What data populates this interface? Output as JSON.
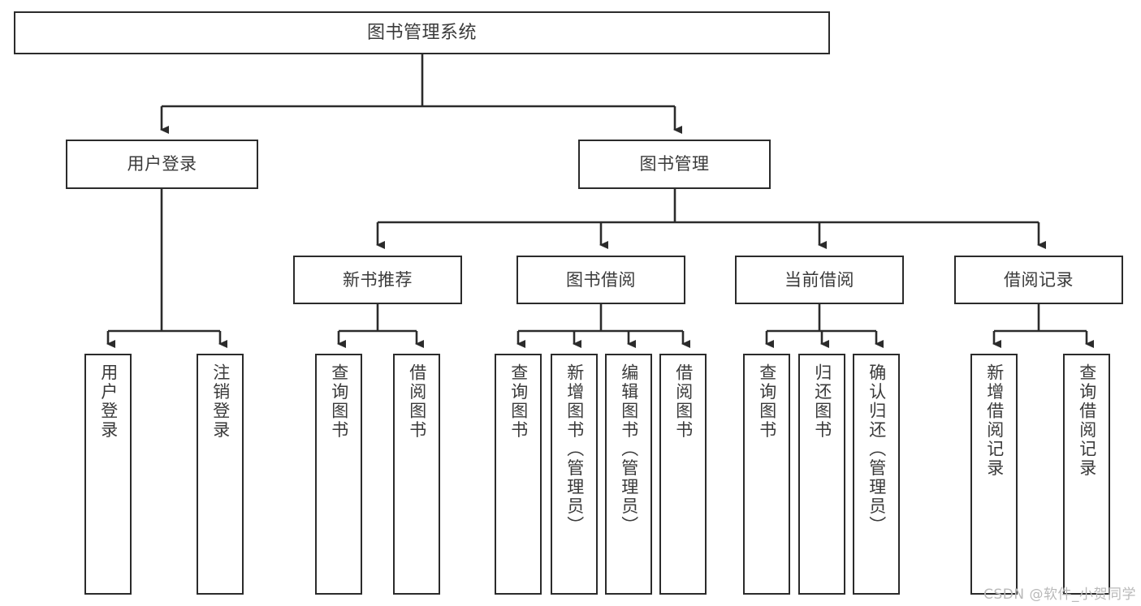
{
  "diagram": {
    "type": "tree",
    "title": "图书管理系统",
    "watermark": "CSDN @软件_小贺同学",
    "colors": {
      "border": "#2b2b2b",
      "text": "#3a3a3a",
      "background": "#ffffff",
      "edge": "#2b2b2b",
      "watermark": "#b9b9b9"
    },
    "root": {
      "label": "图书管理系统"
    },
    "level2": [
      {
        "label": "用户登录"
      },
      {
        "label": "图书管理"
      }
    ],
    "level3": [
      {
        "label": "新书推荐"
      },
      {
        "label": "图书借阅"
      },
      {
        "label": "当前借阅"
      },
      {
        "label": "借阅记录"
      }
    ],
    "leaves": {
      "user_login": [
        {
          "label": "用户登录"
        },
        {
          "label": "注销登录"
        }
      ],
      "new_book_recommend": [
        {
          "label": "查询图书"
        },
        {
          "label": "借阅图书"
        }
      ],
      "book_borrow": [
        {
          "label": "查询图书"
        },
        {
          "label": "新增图书（管理员）"
        },
        {
          "label": "编辑图书（管理员）"
        },
        {
          "label": "借阅图书"
        }
      ],
      "current_borrow": [
        {
          "label": "查询图书"
        },
        {
          "label": "归还图书"
        },
        {
          "label": "确认归还（管理员）"
        }
      ],
      "borrow_record": [
        {
          "label": "新增借阅记录"
        },
        {
          "label": "查询借阅记录"
        }
      ]
    }
  }
}
